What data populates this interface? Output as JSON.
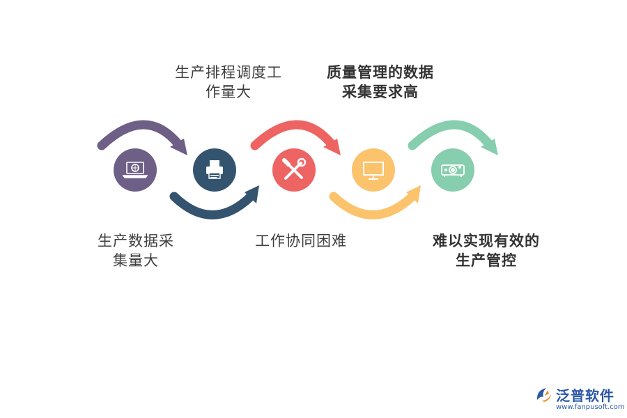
{
  "steps": [
    {
      "label_lines": [
        "生产数据采",
        "集量大"
      ],
      "icon": "laptop-icon",
      "color": "#6e5f86",
      "arrow": "top"
    },
    {
      "label_lines": [
        "生产排程调度工",
        "作量大"
      ],
      "icon": "printer-icon",
      "color": "#34536f",
      "arrow": "bottom"
    },
    {
      "label_lines": [
        "工作协同困难"
      ],
      "icon": "tools-icon",
      "color": "#ed6463",
      "arrow": "top"
    },
    {
      "label_lines": [
        "质量管理的数据",
        "采集要求高"
      ],
      "icon": "monitor-icon",
      "color": "#fbc36c",
      "arrow": "bottom"
    },
    {
      "label_lines": [
        "难以实现有效的",
        "生产管控"
      ],
      "icon": "projector-icon",
      "color": "#86ceae",
      "arrow": "top"
    }
  ],
  "logo": {
    "name": "泛普软件",
    "url": "www.fanpusoft.com",
    "colors": [
      "#2b58a6",
      "#f08a24"
    ]
  }
}
